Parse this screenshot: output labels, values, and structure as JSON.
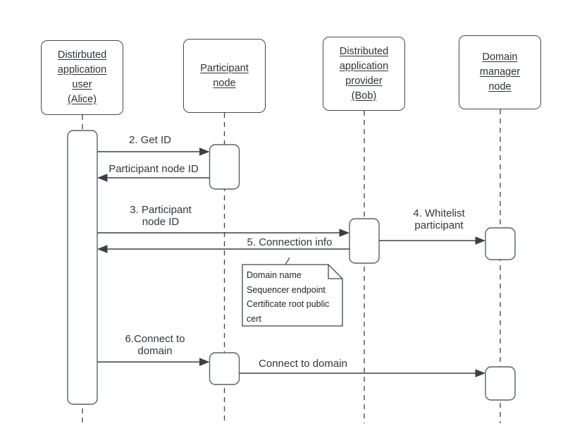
{
  "canvas": {
    "background": "#ffffff",
    "line_color": "#3b4045",
    "activation_border_color": "#5a6066",
    "actor_border_color": "#45494e",
    "text_color": "#2e3236"
  },
  "actors": [
    {
      "name": "distributed-application-user-alice",
      "lines": [
        "Distirbuted",
        "application",
        "user",
        "(Alice)"
      ]
    },
    {
      "name": "participant-node",
      "lines": [
        "Participant",
        "node"
      ]
    },
    {
      "name": "distributed-application-provider-bob",
      "lines": [
        "Distributed",
        "application",
        "provider",
        "(Bob)"
      ]
    },
    {
      "name": "domain-manager-node",
      "lines": [
        "Domain",
        "manager",
        "node"
      ]
    }
  ],
  "messages": [
    {
      "name": "get-id",
      "lines": [
        "2. Get ID"
      ]
    },
    {
      "name": "participant-node-id-reply",
      "lines": [
        "Participant node ID"
      ]
    },
    {
      "name": "participant-node-id",
      "lines": [
        "3. Participant",
        "node ID"
      ]
    },
    {
      "name": "whitelist-participant",
      "lines": [
        "4. Whitelist",
        "participant"
      ]
    },
    {
      "name": "connection-info",
      "lines": [
        "5. Connection info"
      ]
    },
    {
      "name": "connect-to-domain",
      "lines": [
        "6.Connect to",
        "domain"
      ]
    },
    {
      "name": "connect-to-domain-forward",
      "lines": [
        "Connect to domain"
      ]
    }
  ],
  "note": {
    "lines": [
      "Domain name",
      "Sequencer endpoint",
      "Certificate root public",
      "cert"
    ]
  }
}
